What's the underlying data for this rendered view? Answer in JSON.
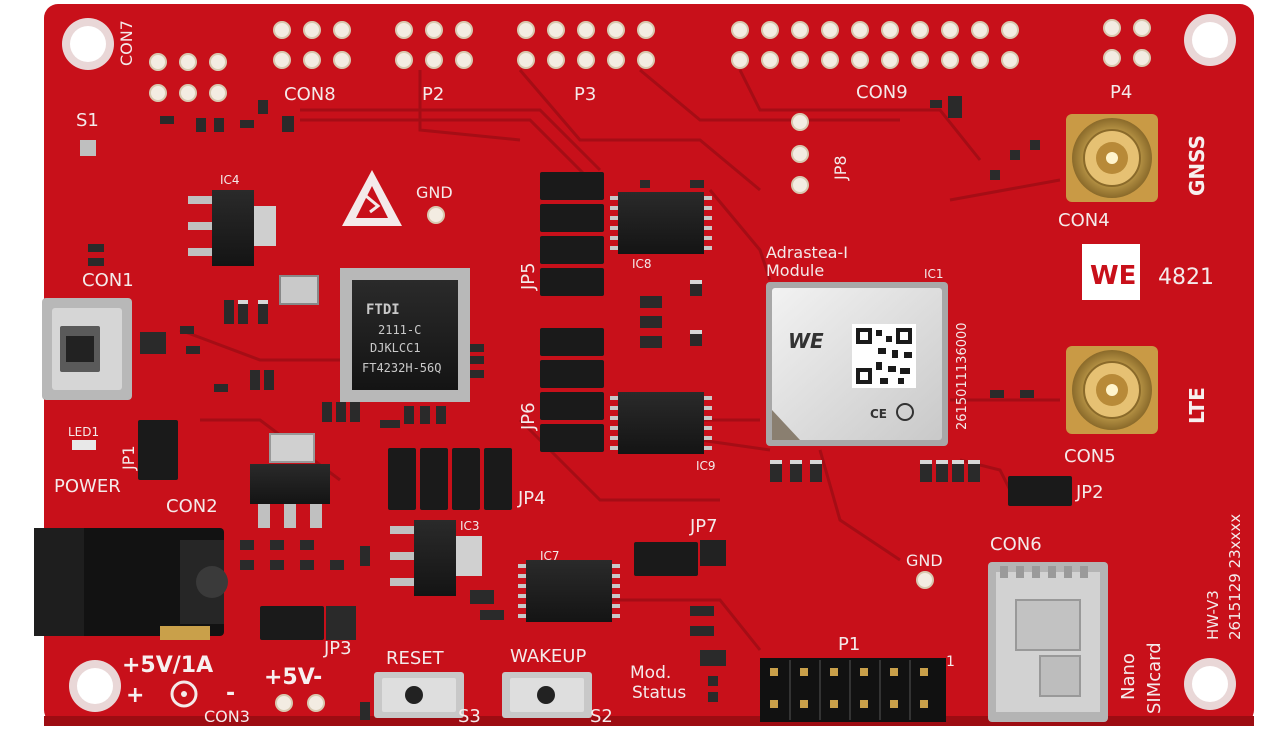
{
  "colors": {
    "pcb": "#c8101a",
    "pcb_dark": "#a30c14",
    "silk": "#f4eaea",
    "gold": "#d9b35a",
    "chip": "#1c1c1c",
    "module": "#dcdcdc"
  },
  "labels": {
    "con7": "CON7",
    "con8": "CON8",
    "p2": "P2",
    "p3": "P3",
    "con9": "CON9",
    "p4": "P4",
    "s1": "S1",
    "gnd_top": "GND",
    "con1": "CON1",
    "jp5": "JP5",
    "jp6": "JP6",
    "jp8": "JP8",
    "adrastea": "Adrastea-I",
    "module": "Module",
    "gnss": "GNSS",
    "con4": "CON4",
    "we_number": "4821",
    "lte": "LTE",
    "con5": "CON5",
    "jp1": "JP1",
    "led1": "LED1",
    "power": "POWER",
    "con2": "CON2",
    "jp4": "JP4",
    "jp7": "JP7",
    "jp2": "JP2",
    "gnd_bottom": "GND",
    "con6": "CON6",
    "hw_version": "HW-V3",
    "part_number": "2615129 23xxxx",
    "jp3": "JP3",
    "supply_1a": "+5V/1A",
    "supply_5v": "+5V-",
    "con3": "CON3",
    "reset": "RESET",
    "s3": "S3",
    "wakeup": "WAKEUP",
    "s2": "S2",
    "mod": "Mod.",
    "status": "Status",
    "p1": "P1",
    "nano": "Nano",
    "simcard": "SIMcard",
    "ic1": "IC1",
    "ic3": "IC3",
    "ic4": "IC4",
    "ic7": "IC7",
    "ic8": "IC8",
    "ic9": "IC9",
    "module_pn": "2615011136000",
    "pin_one": "1"
  },
  "chips": {
    "ftdi_brand": "FTDI",
    "ftdi_line1": "2111-C",
    "ftdi_line2": "DJKLCC1",
    "ftdi_line3": "FT4232H-56Q",
    "we_logo": "WE",
    "module_logo": "WE"
  }
}
